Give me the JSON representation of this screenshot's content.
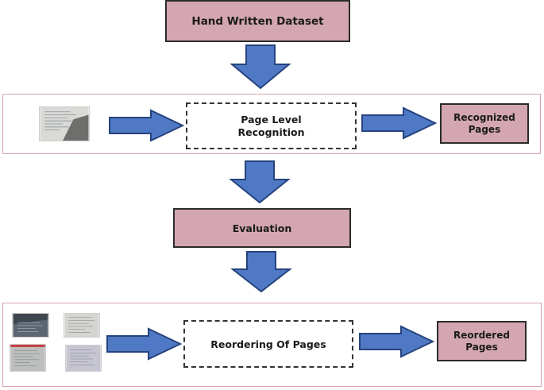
{
  "stages": {
    "dataset": "Hand Written Dataset",
    "recognition": "Page Level Recognition",
    "recognized": "Recognized Pages",
    "evaluation": "Evaluation",
    "reordering": "Reordering Of Pages",
    "reordered": "Reordered Pages"
  },
  "colors": {
    "box_fill": "#d3a6b1",
    "arrow_fill": "#4f79c4",
    "arrow_stroke": "#26437e",
    "band_border": "#d8a3ab"
  }
}
